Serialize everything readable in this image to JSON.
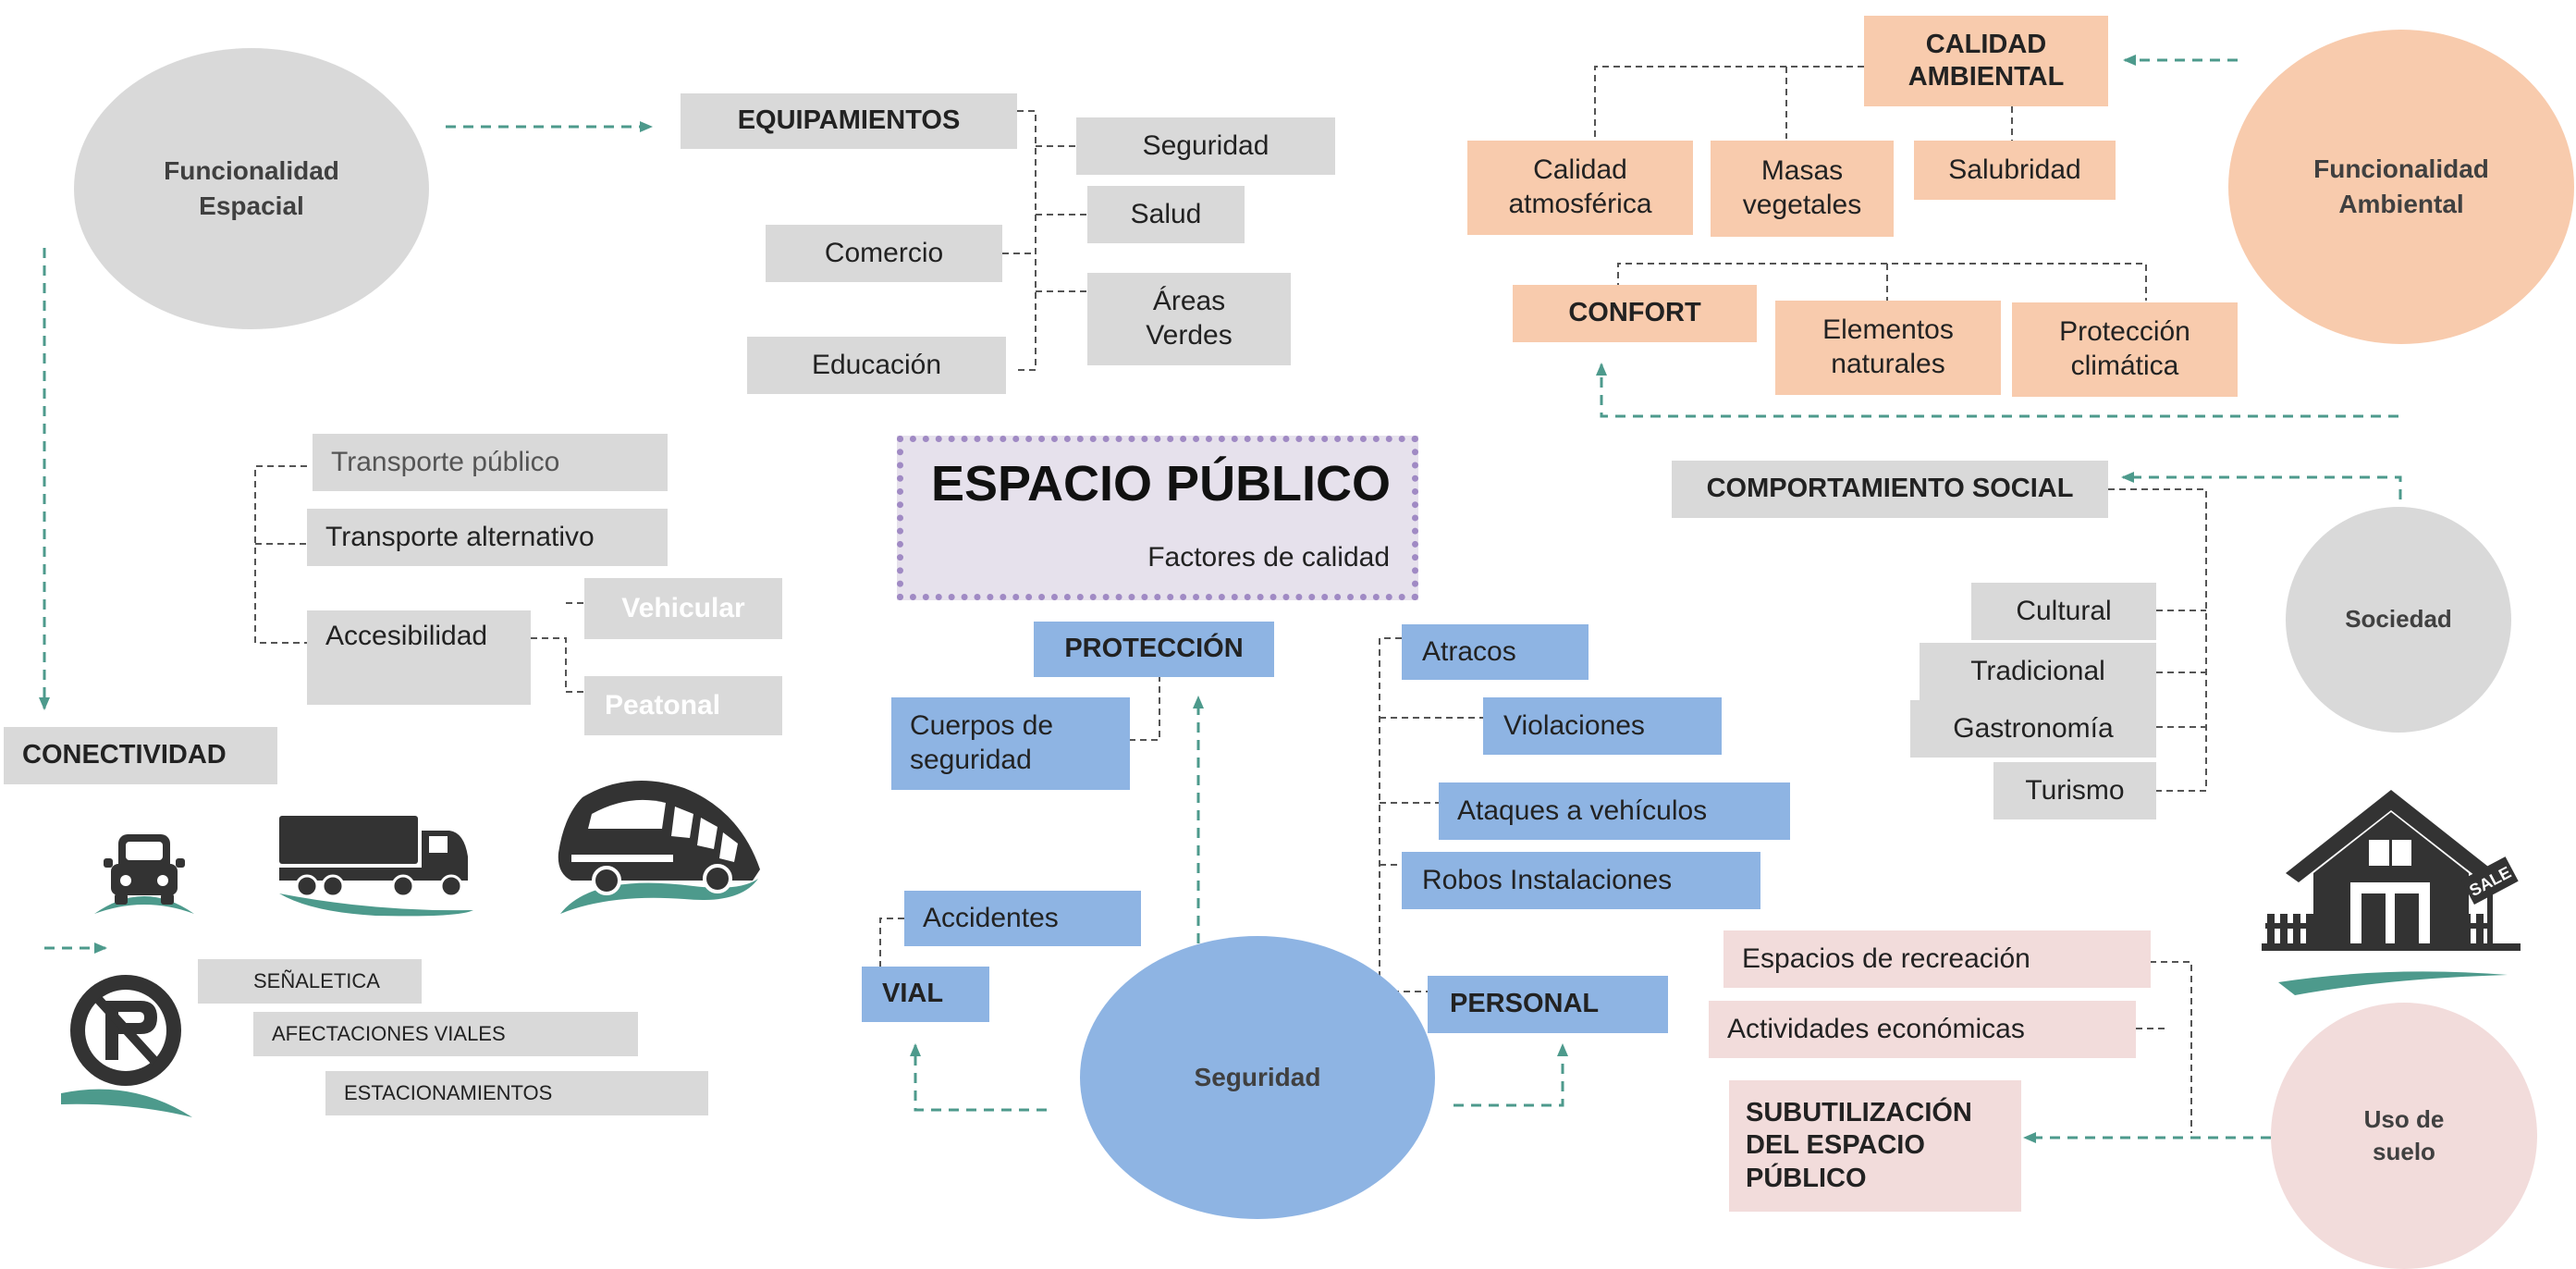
{
  "title": {
    "main": "ESPACIO PÚBLICO",
    "sub": "Factores de calidad"
  },
  "circles": {
    "funcionalidad_espacial": [
      "Funcionalidad",
      "Espacial"
    ],
    "funcionalidad_ambiental": [
      "Funcionalidad",
      "Ambiental"
    ],
    "sociedad": "Sociedad",
    "seguridad": "Seguridad",
    "uso_suelo": [
      "Uso de",
      "suelo"
    ]
  },
  "equipamientos": {
    "title": "EQUIPAMIENTOS",
    "items": {
      "seguridad": "Seguridad",
      "salud": "Salud",
      "comercio": "Comercio",
      "areas_verdes": [
        "Áreas",
        "Verdes"
      ],
      "educacion": "Educación"
    }
  },
  "calidad_ambiental": {
    "title": [
      "CALIDAD",
      "AMBIENTAL"
    ],
    "items": {
      "atmosferica": [
        "Calidad",
        "atmosférica"
      ],
      "masas": [
        "Masas",
        "vegetales"
      ],
      "salubridad": "Salubridad"
    }
  },
  "confort": {
    "title": "CONFORT",
    "items": {
      "elementos": [
        "Elementos",
        "naturales"
      ],
      "proteccion": [
        "Protección",
        "climática"
      ]
    }
  },
  "comportamiento_social": {
    "title": "COMPORTAMIENTO SOCIAL",
    "items": [
      "Cultural",
      "Tradicional",
      "Gastronomía",
      "Turismo"
    ]
  },
  "conectividad": {
    "title": "CONECTIVIDAD",
    "transporte_publico": "Transporte público",
    "transporte_alternativo": "Transporte alternativo",
    "accesibilidad": "Accesibilidad",
    "vehicular": "Vehicular",
    "peatonal": "Peatonal",
    "senaletica": "SEÑALETICA",
    "afectaciones": "AFECTACIONES VIALES",
    "estacionamientos": "ESTACIONAMIENTOS"
  },
  "seguridad_nodes": {
    "proteccion": "PROTECCIÓN",
    "cuerpos": [
      "Cuerpos de",
      "seguridad"
    ],
    "vial": "VIAL",
    "accidentes": "Accidentes",
    "personal": "PERSONAL",
    "atracos": "Atracos",
    "violaciones": "Violaciones",
    "ataques": "Ataques a vehículos",
    "robos": "Robos Instalaciones"
  },
  "uso_suelo_nodes": {
    "recreacion": "Espacios de recreación",
    "actividades": "Actividades económicas",
    "subutilizacion": [
      "SUBUTILIZACIÓN",
      "DEL ESPACIO",
      "PÚBLICO"
    ]
  },
  "sale_sign": "SALE",
  "colors": {
    "gray": "#d9d9d9",
    "peach": "#f8cbad",
    "blue": "#8eb4e3",
    "pink": "#f2dcdb",
    "teal": "#4d9a8c",
    "lavender": "#e6e1ec",
    "dotted_border": "#a08ac4",
    "icon": "#333333"
  },
  "icons": [
    "car-icon",
    "truck-icon",
    "bus-icon",
    "no-parking-icon",
    "house-for-sale-icon"
  ]
}
